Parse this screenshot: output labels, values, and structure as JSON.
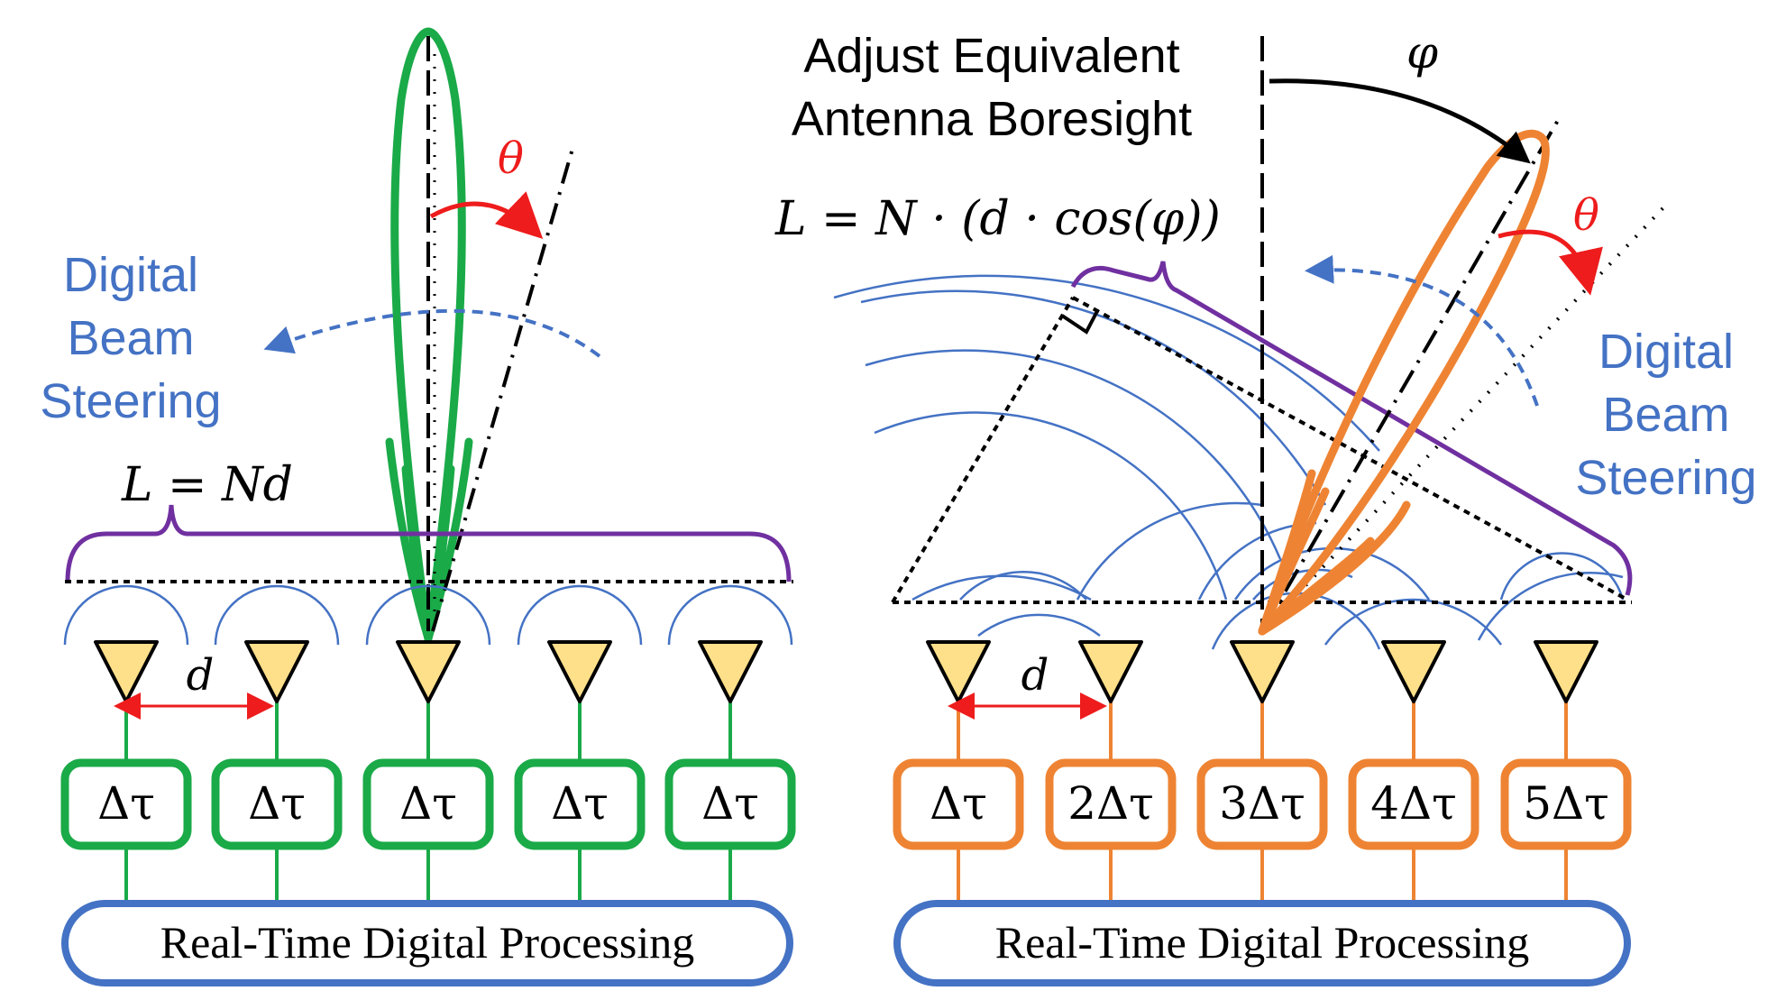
{
  "colors": {
    "green": "#1aaa48",
    "orange": "#ee8433",
    "blue": "#4472c4",
    "purple": "#7030a0",
    "red": "#ee1c1c",
    "antenna_fill": "#ffe08a",
    "black": "#000000"
  },
  "left": {
    "digital_steering": [
      "Digital",
      "Beam",
      "Steering"
    ],
    "theta": "θ",
    "aperture": "L = Nd",
    "spacing": "d",
    "delays": [
      "Δτ",
      "Δτ",
      "Δτ",
      "Δτ",
      "Δτ"
    ],
    "processing": "Real-Time Digital Processing"
  },
  "right": {
    "boresight": [
      "Adjust Equivalent",
      "Antenna Boresight"
    ],
    "phi": "φ",
    "aperture": "L = N · (d · cos(φ))",
    "theta": "θ",
    "digital_steering": [
      "Digital",
      "Beam",
      "Steering"
    ],
    "spacing": "d",
    "delays": [
      "Δτ",
      "2Δτ",
      "3Δτ",
      "4Δτ",
      "5Δτ"
    ],
    "processing": "Real-Time Digital Processing"
  }
}
